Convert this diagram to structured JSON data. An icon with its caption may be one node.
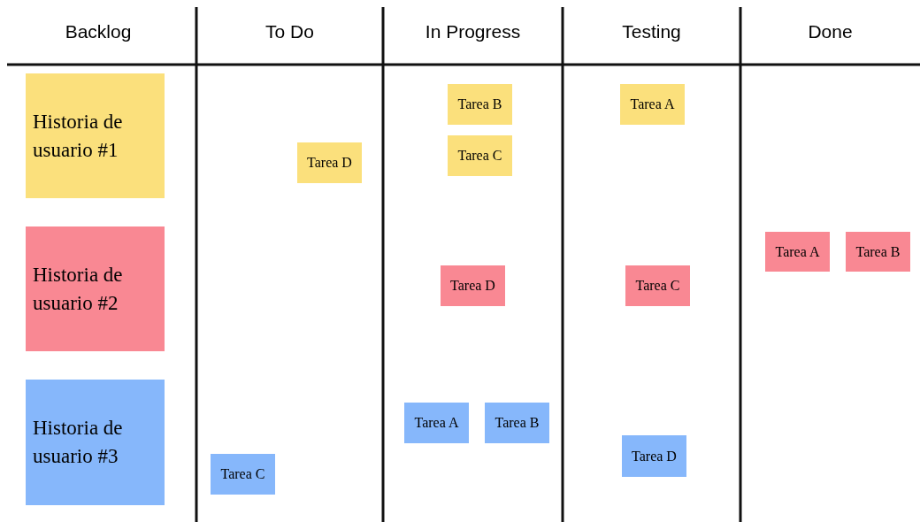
{
  "diagram": {
    "nodes": [
      {
        "text": [
          "Historia de usuario #1"
        ]
      },
      {
        "text": [
          "Tarea B"
        ]
      },
      {
        "text": [
          "Tarea A"
        ]
      },
      {
        "text": [
          "Tarea C"
        ]
      },
      {
        "text": [
          "Tarea D"
        ]
      },
      {
        "text": [
          "Tarea A"
        ]
      },
      {
        "text": [
          "Tarea B"
        ]
      },
      {
        "text": [
          "Historia de usuario #2"
        ]
      },
      {
        "text": [
          "Tarea D"
        ]
      },
      {
        "text": [
          "Tarea C"
        ]
      },
      {
        "text": [
          "Historia de usuario #3"
        ]
      },
      {
        "text": [
          "Tarea A"
        ]
      },
      {
        "text": [
          "Tarea B"
        ]
      },
      {
        "text": [
          "Tarea D"
        ]
      },
      {
        "text": [
          "Tarea C"
        ]
      }
    ],
    "labels": [
      "Backlog",
      "To Do",
      "In Progress",
      "Testing",
      "Done"
    ]
  }
}
